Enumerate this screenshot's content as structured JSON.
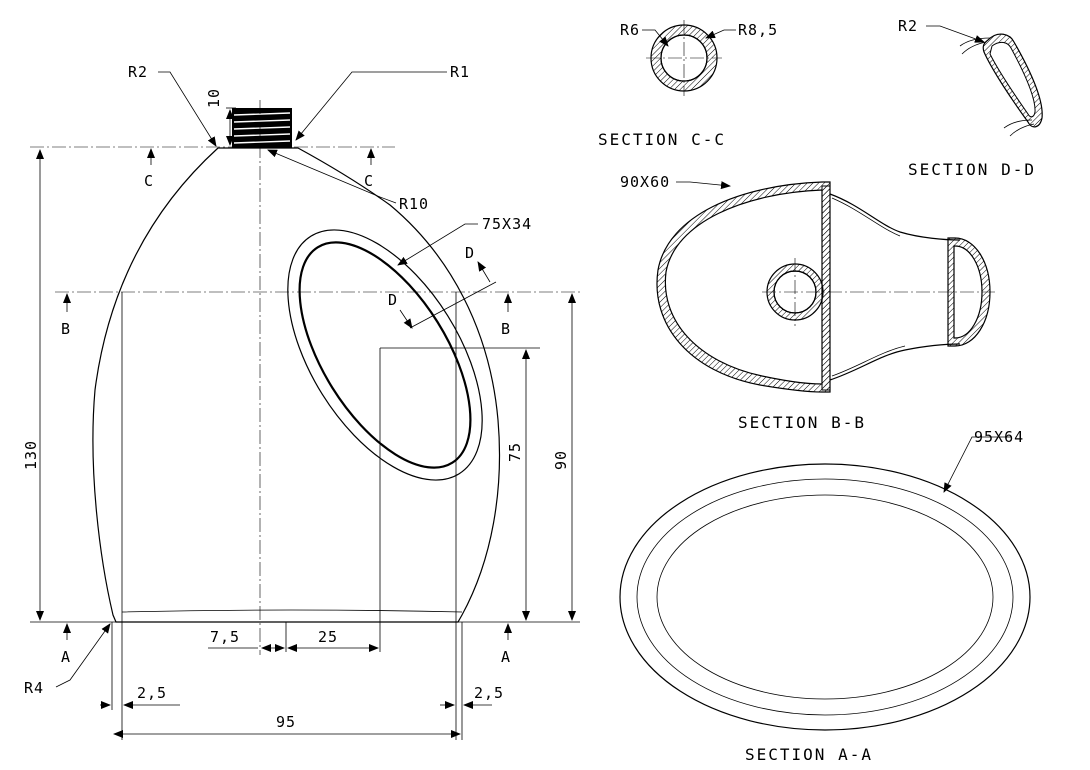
{
  "labels": {
    "r2_top": "R2",
    "r1": "R1",
    "dim_10": "10",
    "c_left": "C",
    "c_right": "C",
    "r10": "R10",
    "dim_75x34": "75X34",
    "d_right": "D",
    "d_left": "D",
    "b_left": "B",
    "b_right": "B",
    "dim_130": "130",
    "dim_75": "75",
    "dim_90": "90",
    "a_left": "A",
    "a_right": "A",
    "dim_7_5": "7,5",
    "dim_25": "25",
    "r4": "R4",
    "dim_2_5_left": "2,5",
    "dim_2_5_right": "2,5",
    "dim_95": "95",
    "r6": "R6",
    "r8_5": "R8,5",
    "section_cc": "SECTION C-C",
    "r2_dd": "R2",
    "section_dd": "SECTION D-D",
    "dim_90x60": "90X60",
    "section_bb": "SECTION B-B",
    "dim_95x64": "95X64",
    "section_aa": "SECTION A-A"
  },
  "colors": {
    "line": "#000000",
    "background": "#ffffff"
  }
}
